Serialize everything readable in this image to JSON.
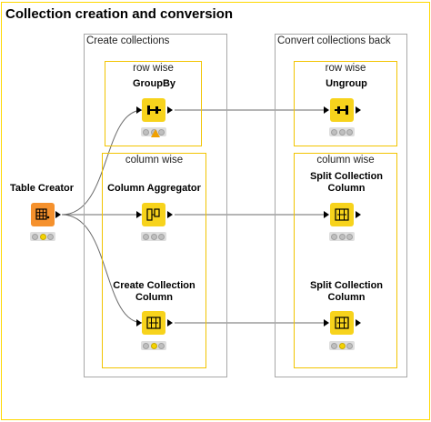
{
  "title": "Collection creation and conversion",
  "groups": {
    "create": {
      "label": "Create collections"
    },
    "convert": {
      "label": "Convert collections back"
    }
  },
  "subgroups": {
    "row_wise_left": "row wise",
    "column_wise_left": "column wise",
    "row_wise_right": "row wise",
    "column_wise_right": "column wise"
  },
  "nodes": {
    "table_creator": {
      "label": "Table Creator"
    },
    "groupby": {
      "label": "GroupBy"
    },
    "column_aggregator": {
      "label": "Column Aggregator"
    },
    "create_collection_column": {
      "label_line1": "Create Collection",
      "label_line2": "Column"
    },
    "ungroup": {
      "label": "Ungroup"
    },
    "split_collection_column_1": {
      "label_line1": "Split Collection",
      "label_line2": "Column"
    },
    "split_collection_column_2": {
      "label_line1": "Split Collection",
      "label_line2": "Column"
    }
  },
  "colors": {
    "frame_border": "#ffd800",
    "manipulator_node": "#f7d31c",
    "source_node": "#f5912d",
    "group_border": "#a8a8a8",
    "subgroup_border": "#f2c400"
  }
}
